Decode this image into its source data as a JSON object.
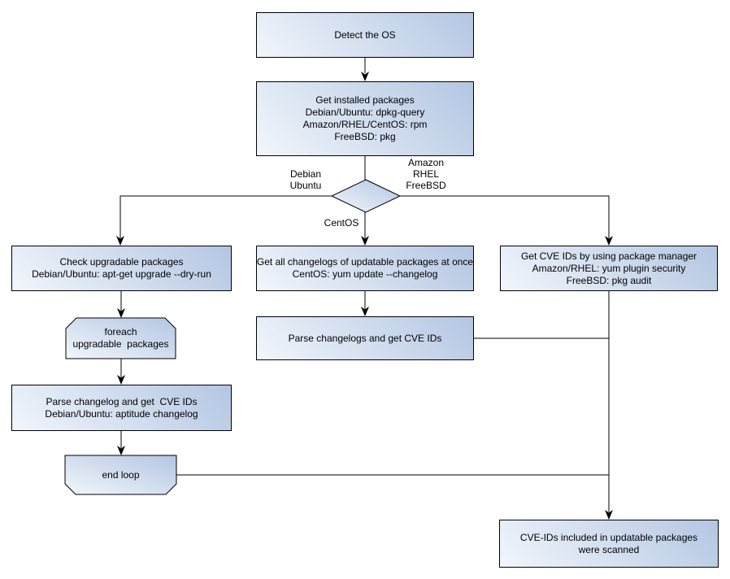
{
  "nodes": {
    "detect_os": "Detect the OS",
    "get_installed_packages": "Get installed packages\nDebian/Ubuntu: dpkg-query\nAmazon/RHEL/CentOS: rpm\nFreeBSD: pkg",
    "check_upgradable": "Check upgradable packages\nDebian/Ubuntu: apt-get upgrade --dry-run",
    "foreach_loop": "foreach\nupgradable  packages",
    "parse_changelog_debian": "Parse changelog and get  CVE IDs\nDebian/Ubuntu: aptitude changelog",
    "end_loop": "end loop",
    "get_changelogs_centos": "Get all changelogs of updatable packages at once\nCentOS: yum update --changelog",
    "parse_changelogs_centos": "Parse changelogs and get CVE IDs",
    "get_cve_pkg_manager": "Get CVE IDs by using package manager\nAmazon/RHEL: yum plugin security\nFreeBSD: pkg audit",
    "result": "CVE-IDs included in updatable packages\nwere scanned"
  },
  "edge_labels": {
    "left_branch": "Debian\nUbuntu",
    "right_branch": "Amazon\nRHEL\nFreeBSD",
    "down_branch": "CentOS"
  },
  "colors": {
    "background": "#ffffff",
    "node_fill_light": "#f2f6fc",
    "node_fill_dark": "#b3c6e2",
    "node_border": "#000000",
    "connector": "#000000",
    "text": "#000000"
  }
}
